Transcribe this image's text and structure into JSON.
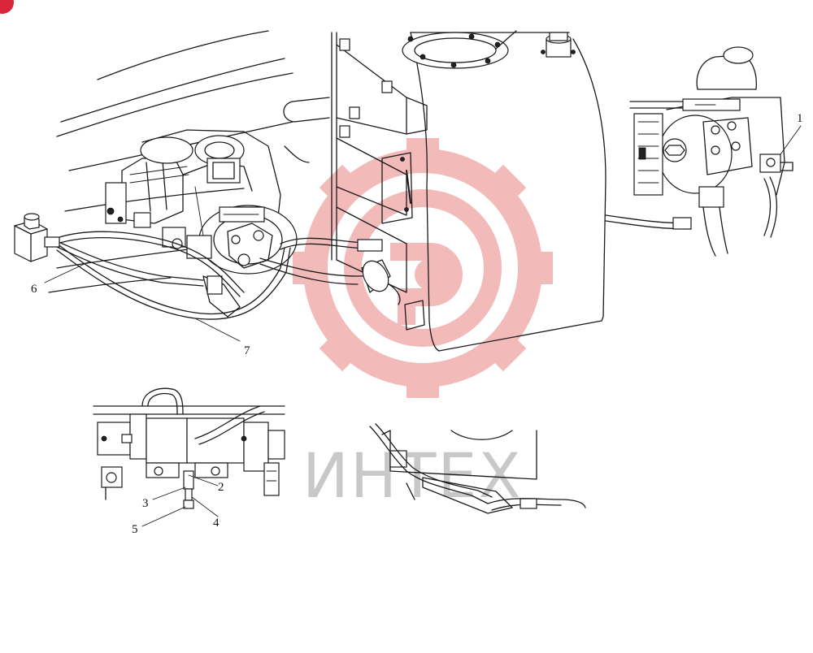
{
  "watermark": {
    "brand_text": "ИНТЕХ",
    "gear_color": "#f3b7b7",
    "text_color": "#c8c8c8"
  },
  "corner_badge": {
    "color": "#d9263a"
  },
  "callouts": [
    {
      "id": "c1",
      "label": "1"
    },
    {
      "id": "c2",
      "label": "2"
    },
    {
      "id": "c3",
      "label": "3"
    },
    {
      "id": "c4",
      "label": "4"
    },
    {
      "id": "c5",
      "label": "5"
    },
    {
      "id": "c6",
      "label": "6"
    },
    {
      "id": "c7",
      "label": "7"
    }
  ]
}
